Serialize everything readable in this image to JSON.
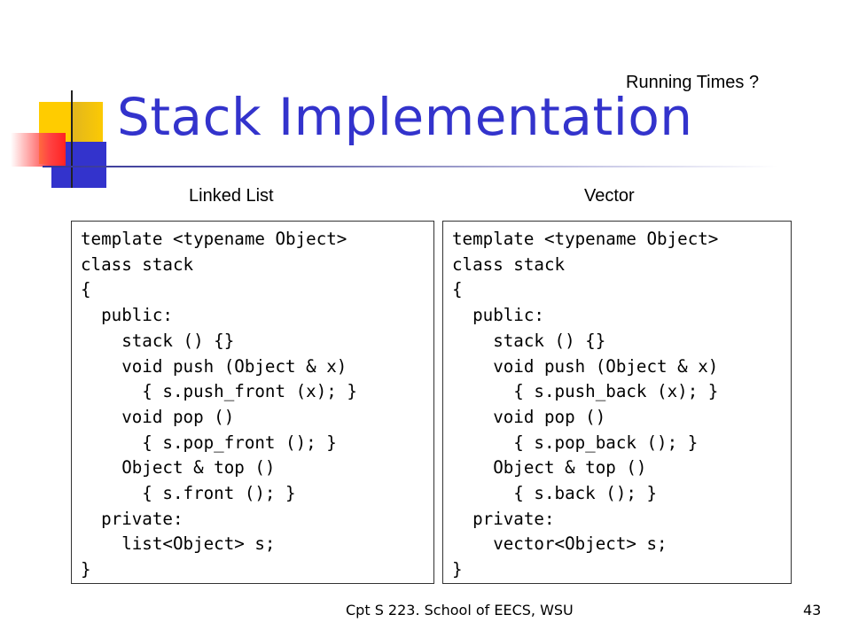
{
  "slide": {
    "title": "Stack Implementation",
    "question": "Running Times ?",
    "footer": "Cpt S 223. School of EECS, WSU",
    "page_number": "43"
  },
  "left": {
    "heading": "Linked List",
    "code": "template <typename Object>\nclass stack\n{\n  public:\n    stack () {}\n    void push (Object & x)\n      { s.push_front (x); }\n    void pop ()\n      { s.pop_front (); }\n    Object & top ()\n      { s.front (); }\n  private:\n    list<Object> s;\n}"
  },
  "right": {
    "heading": "Vector",
    "code": "template <typename Object>\nclass stack\n{\n  public:\n    stack () {}\n    void push (Object & x)\n      { s.push_back (x); }\n    void pop ()\n      { s.pop_back (); }\n    Object & top ()\n      { s.back (); }\n  private:\n    vector<Object> s;\n}"
  },
  "colors": {
    "title": "#3333cc",
    "deco_yellow": "#ffcc00",
    "deco_blue": "#3333cc",
    "deco_red": "#ff3333"
  }
}
